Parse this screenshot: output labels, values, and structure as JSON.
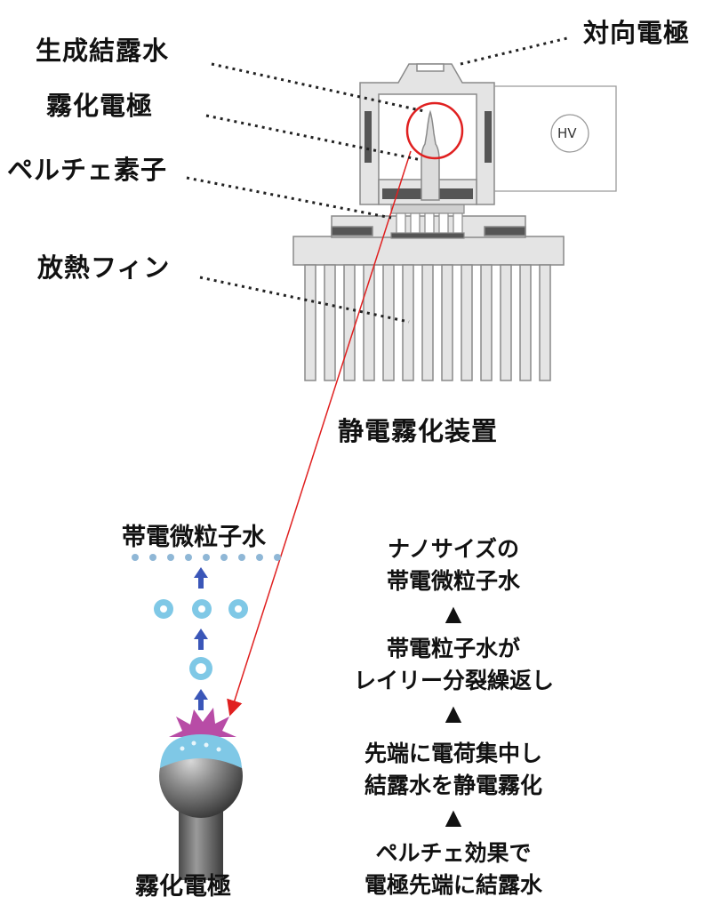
{
  "labels": {
    "condensed_water": "生成結露水",
    "counter_electrode": "対向電極",
    "atomizing_electrode": "霧化電極",
    "peltier": "ペルチェ素子",
    "fin": "放熱フィン",
    "hv": "HV",
    "device_title": "静電霧化装置",
    "charged_particles": "帯電微粒子水",
    "bottom_electrode": "霧化電極"
  },
  "steps": [
    {
      "line1": "ナノサイズの",
      "line2": "帯電微粒子水"
    },
    {
      "line1": "帯電粒子水が",
      "line2": "レイリー分裂繰返し"
    },
    {
      "line1": "先端に電荷集中し",
      "line2": "結露水を静電霧化"
    },
    {
      "line1": "ペルチェ効果で",
      "line2": "電極先端に結露水"
    }
  ],
  "arrow_glyph": "▲",
  "colors": {
    "pointer": "#e02020",
    "device_fill": "#e4e4e4",
    "device_stroke": "#8a8a8a",
    "dark_part": "#555555",
    "up_arrow": "#3a56b8",
    "droplet": "#7fc8e6",
    "spark": "#b84ca6"
  }
}
